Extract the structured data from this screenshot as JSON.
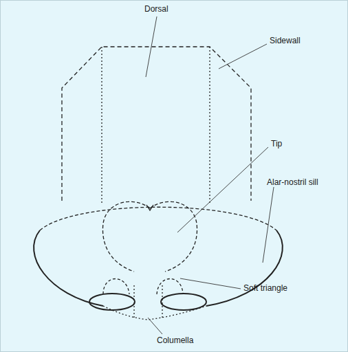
{
  "diagram": {
    "labels": [
      "Dorsal",
      "Sidewall",
      "Tip",
      "Alar-nostril sill",
      "Soft triangle",
      "Columella"
    ]
  }
}
